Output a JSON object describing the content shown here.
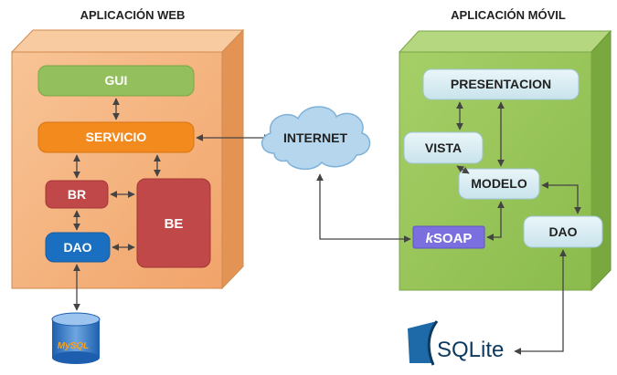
{
  "web": {
    "title": "APLICACIÓN WEB",
    "gui": "GUI",
    "servicio": "SERVICIO",
    "br": "BR",
    "be": "BE",
    "dao": "DAO",
    "db_logo_text": "MySQL",
    "colors": {
      "panel": "#f4b07a",
      "gui": "#93bf5c",
      "servicio": "#f28a1e",
      "br": "#c04848",
      "dao": "#1b6fc0"
    }
  },
  "internet": {
    "label": "INTERNET"
  },
  "mobile": {
    "title": "APLICACIÓN MÓVIL",
    "presentacion": "PRESENTACION",
    "vista": "VISTA",
    "modelo": "MODELO",
    "dao": "DAO",
    "ksoap_k": "k",
    "ksoap_rest": "SOAP",
    "colors": {
      "panel": "#98c45a",
      "box": "#dbeef3",
      "ksoap": "#7b6fe0"
    }
  },
  "sqlite": {
    "label": "SQLite"
  }
}
